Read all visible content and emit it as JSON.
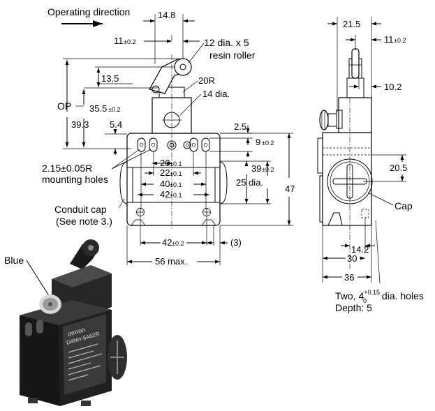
{
  "labels": {
    "operating_direction": "Operating direction",
    "roller_line1": "12 dia. x 5",
    "roller_line2": "resin roller",
    "op": "OP",
    "holes_line1": "2.15±0.05R",
    "holes_line2": "mounting holes",
    "conduit_line1": "Conduit cap",
    "conduit_line2": "(See note 3.)",
    "cap": "Cap",
    "blue": "Blue",
    "two_holes_prefix": "Two, 4",
    "two_holes_sup": "+0.15",
    "two_holes_sub": "0",
    "two_holes_suffix": " dia. holes",
    "depth": "Depth: 5",
    "brand": "omron",
    "model": "D4NH-5A62R"
  },
  "dims": {
    "d14_8": "14.8",
    "d11": "11",
    "d11_tol": "±0.2",
    "d20R": "20R",
    "d14dia": "14 dia.",
    "d13_5": "13.5",
    "d35_5": "35.5",
    "d35_5_tol": "±0.2",
    "d39_3": "39.3",
    "d5_4": "5.4",
    "d2_5": "2.5",
    "d9": "9",
    "d9_tol": "±0.2",
    "d20": "20",
    "d20_tol": "±0.1",
    "d22": "22",
    "d22_tol": "±0.1",
    "d40": "40",
    "d40_tol": "±0.1",
    "d42a": "42",
    "d42a_tol": "±0.1",
    "d39": "39",
    "d39_tol": "±0.2",
    "d25dia": "25 dia.",
    "d47": "47",
    "d42b": "42",
    "d42b_tol": "±0.2",
    "d3": "(3)",
    "d56": "56 max.",
    "s21_5": "21.5",
    "s11": "11",
    "s11_tol": "±0.2",
    "s10_2": "10.2",
    "s20_5": "20.5",
    "s14_2": "14.2",
    "s30": "30",
    "s36": "36"
  }
}
